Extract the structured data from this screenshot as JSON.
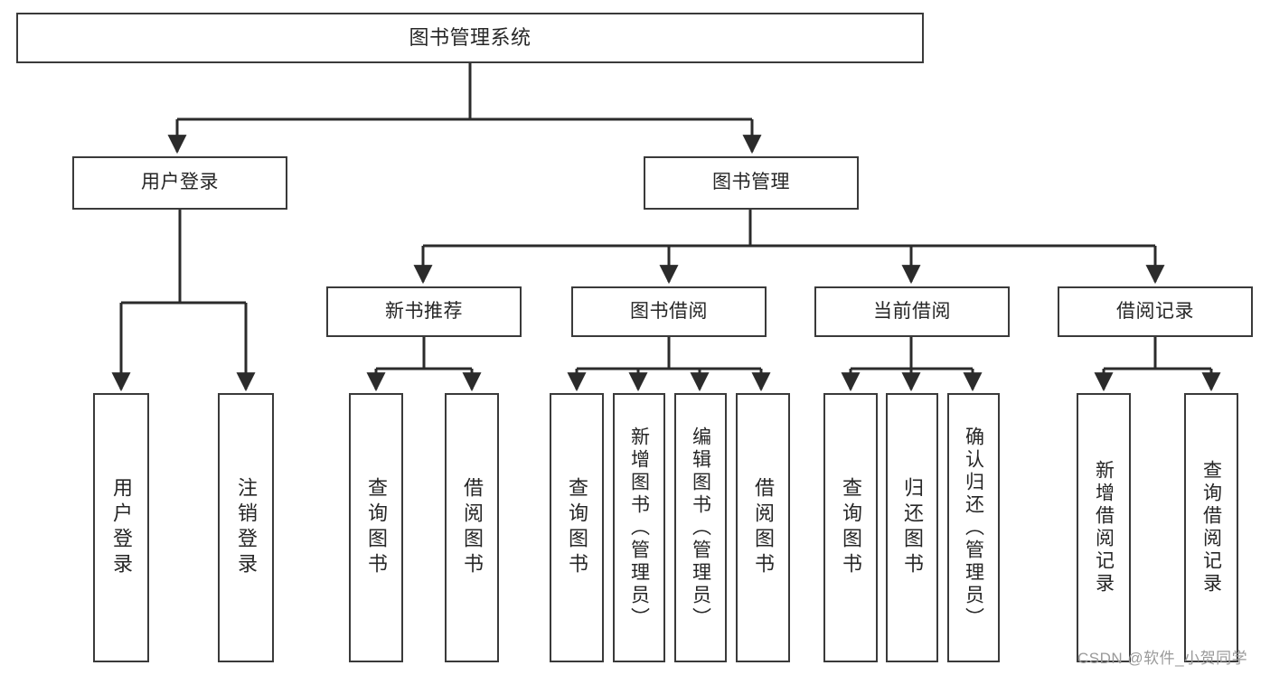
{
  "diagram": {
    "title": "图书管理系统",
    "type": "tree-hierarchy-diagram",
    "colors": {
      "box_border": "#3a3a3a",
      "box_fill": "#ffffff",
      "connector": "#2b2b2b",
      "text": "#262626",
      "watermark": "#9a9a9a",
      "background": "#ffffff"
    },
    "root": {
      "label": "图书管理系统"
    },
    "level2": [
      {
        "label": "用户登录"
      },
      {
        "label": "图书管理"
      }
    ],
    "level3": [
      {
        "label": "新书推荐"
      },
      {
        "label": "图书借阅"
      },
      {
        "label": "当前借阅"
      },
      {
        "label": "借阅记录"
      }
    ],
    "leaves": {
      "user_login": [
        {
          "label": "用户登录"
        },
        {
          "label": "注销登录"
        }
      ],
      "new_book_recommend": [
        {
          "label": "查询图书"
        },
        {
          "label": "借阅图书"
        }
      ],
      "book_borrow": [
        {
          "label": "查询图书"
        },
        {
          "label": "新增图书（管理员）"
        },
        {
          "label": "编辑图书（管理员）"
        },
        {
          "label": "借阅图书"
        }
      ],
      "current_borrow": [
        {
          "label": "查询图书"
        },
        {
          "label": "归还图书"
        },
        {
          "label": "确认归还（管理员）"
        }
      ],
      "borrow_record": [
        {
          "label": "新增借阅记录"
        },
        {
          "label": "查询借阅记录"
        }
      ]
    }
  },
  "watermark": {
    "text": "CSDN @软件_小贺同学"
  }
}
